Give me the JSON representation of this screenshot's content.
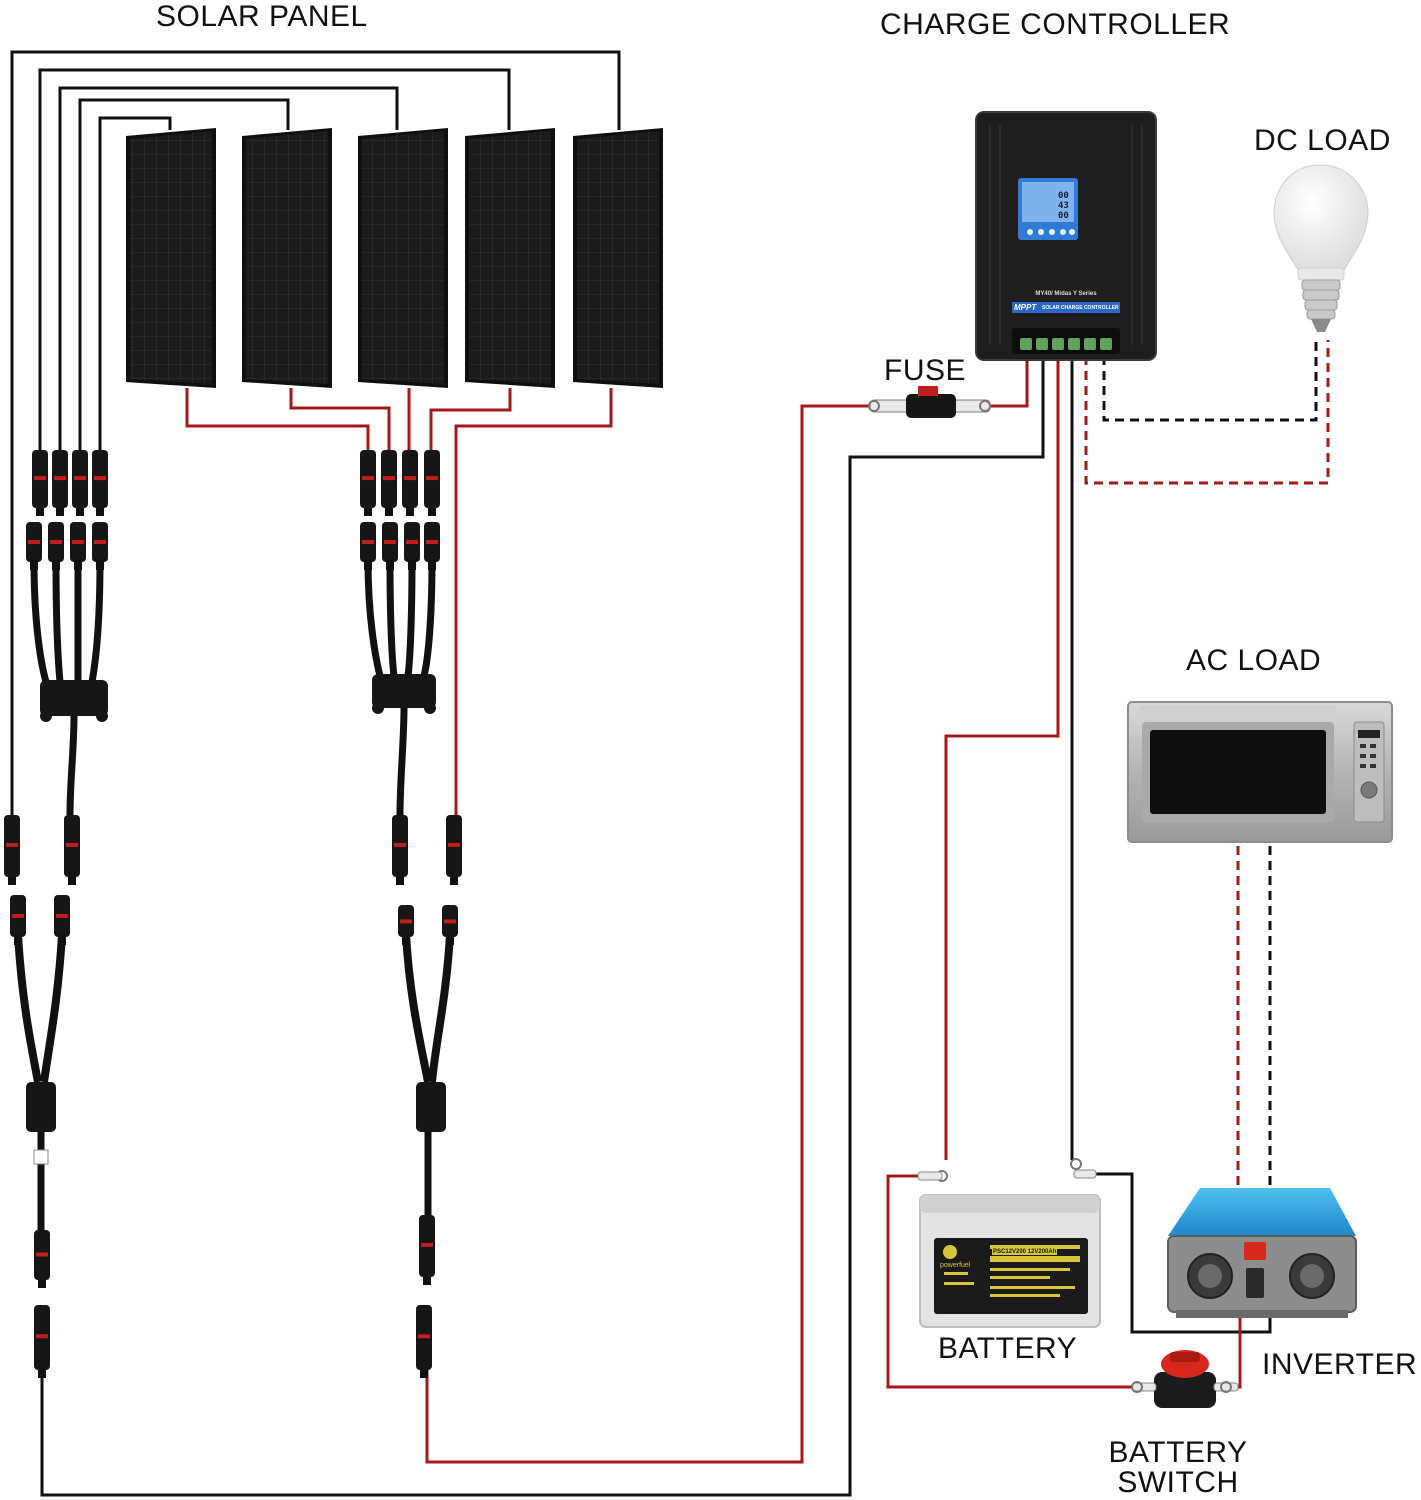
{
  "labels": {
    "solar_panel": "SOLAR PANEL",
    "charge_controller": "CHARGE CONTROLLER",
    "dc_load": "DC LOAD",
    "fuse": "FUSE",
    "ac_load": "AC LOAD",
    "battery": "BATTERY",
    "inverter": "INVERTER",
    "battery_switch_line1": "BATTERY",
    "battery_switch_line2": "SWITCH"
  },
  "controller": {
    "model": "MY40/ Midas Y Series",
    "badge": "MPPT",
    "subtitle": "SOLAR CHARGE CONTROLLER",
    "lcd_line1": "00",
    "lcd_line2": "43",
    "lcd_line3": "00"
  },
  "battery": {
    "brand": "powerfuel",
    "model": "PSC12V200 12V200Ah"
  },
  "colors": {
    "positive_wire": "#a11a1a",
    "negative_wire": "#111111",
    "panel": "#151515",
    "lcd": "#2f7bd6",
    "inverter_body": "#2aa0e0",
    "switch_red": "#d8281c"
  },
  "icons": {
    "panel": "solar-panel-icon",
    "controller": "charge-controller-icon",
    "bulb": "light-bulb-icon",
    "microwave": "microwave-icon",
    "battery": "battery-icon",
    "inverter": "inverter-icon",
    "switch": "battery-switch-icon",
    "fuse": "fuse-icon",
    "connector": "mc4-connector-icon"
  }
}
